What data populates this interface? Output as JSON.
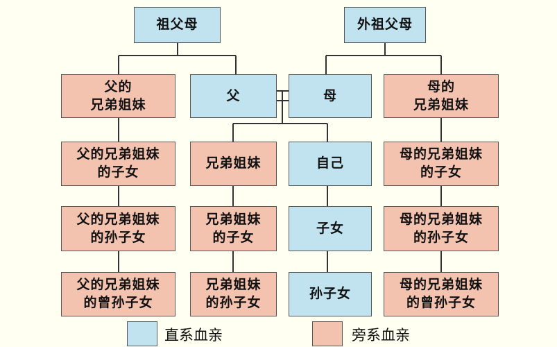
{
  "colors": {
    "direct": "#c0e3ef",
    "collateral": "#f3c3b0",
    "line": "#333333"
  },
  "nodes": {
    "paternal_grandparents": "祖父母",
    "maternal_grandparents": "外祖父母",
    "father_siblings": "父的\n兄弟姐妹",
    "father": "父",
    "mother": "母",
    "mother_siblings": "母的\n兄弟姐妹",
    "father_siblings_children": "父的兄弟姐妹\n的子女",
    "siblings": "兄弟姐妹",
    "self": "自己",
    "mother_siblings_children": "母的兄弟姐妹\n的子女",
    "father_siblings_grandchildren": "父的兄弟姐妹\n的孙子女",
    "siblings_children": "兄弟姐妹\n的子女",
    "children": "子女",
    "mother_siblings_grandchildren": "母的兄弟姐妹\n的孙子女",
    "father_siblings_great_grandchildren": "父的兄弟姐妹\n的曾孙子女",
    "siblings_grandchildren": "兄弟姐妹\n的孙子女",
    "grandchildren": "孙子女",
    "mother_siblings_great_grandchildren": "母的兄弟姐妹\n的曾孙子女"
  },
  "legend": {
    "direct_label": "直系血亲",
    "collateral_label": "旁系血亲"
  }
}
